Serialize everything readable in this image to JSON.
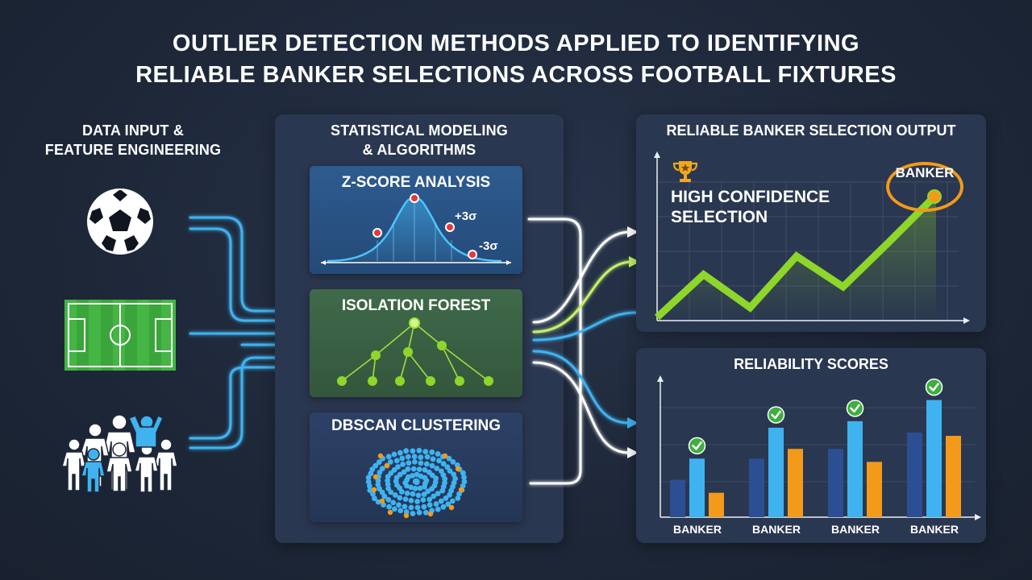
{
  "title": {
    "line1": "OUTLIER DETECTION METHODS APPLIED TO IDENTIFYING",
    "line2": "RELIABLE BANKER SELECTIONS ACROSS FOOTBALL FIXTURES"
  },
  "input": {
    "label_line1": "DATA INPUT &",
    "label_line2": "FEATURE ENGINEERING",
    "icons": [
      "football-icon",
      "pitch-icon",
      "players-icon"
    ]
  },
  "modeling": {
    "label_line1": "STATISTICAL MODELING",
    "label_line2": "& ALGORITHMS",
    "zscore": {
      "title": "Z-SCORE ANALYSIS",
      "plus": "+3σ",
      "minus": "-3σ"
    },
    "iforest": {
      "title": "ISOLATION FOREST"
    },
    "dbscan": {
      "title": "DBSCAN CLUSTERING"
    }
  },
  "output": {
    "title": "RELIABLE BANKER SELECTION OUTPUT",
    "confidence_line1": "HIGH CONFIDENCE",
    "confidence_line2": "SELECTION",
    "banker_badge": "BANKER",
    "trophy": "trophy-icon"
  },
  "scores": {
    "title": "RELIABILITY SCORES",
    "group_label": "BANKER"
  },
  "colors": {
    "accent_blue": "#3fb3f0",
    "accent_green": "#8ed62a",
    "accent_orange": "#f39a1a",
    "dark_blue": "#2c4f93",
    "panel": "#2a3750"
  },
  "chart_data": [
    {
      "type": "line",
      "x": [
        1,
        2,
        3,
        4,
        5,
        6,
        7
      ],
      "series": [
        {
          "values": [
            0.0,
            0.35,
            0.08,
            0.5,
            0.25,
            0.62,
            1.0
          ]
        }
      ]
    },
    {
      "type": "bar",
      "categories": [
        "BANKER",
        "BANKER",
        "BANKER",
        "BANKER"
      ],
      "series": [
        {
          "values": [
            0.23,
            0.36,
            0.42,
            0.52
          ]
        },
        {
          "values": [
            0.36,
            0.55,
            0.59,
            0.72
          ]
        },
        {
          "values": [
            0.15,
            0.42,
            0.34,
            0.5
          ]
        }
      ],
      "checked_series": 1
    }
  ]
}
